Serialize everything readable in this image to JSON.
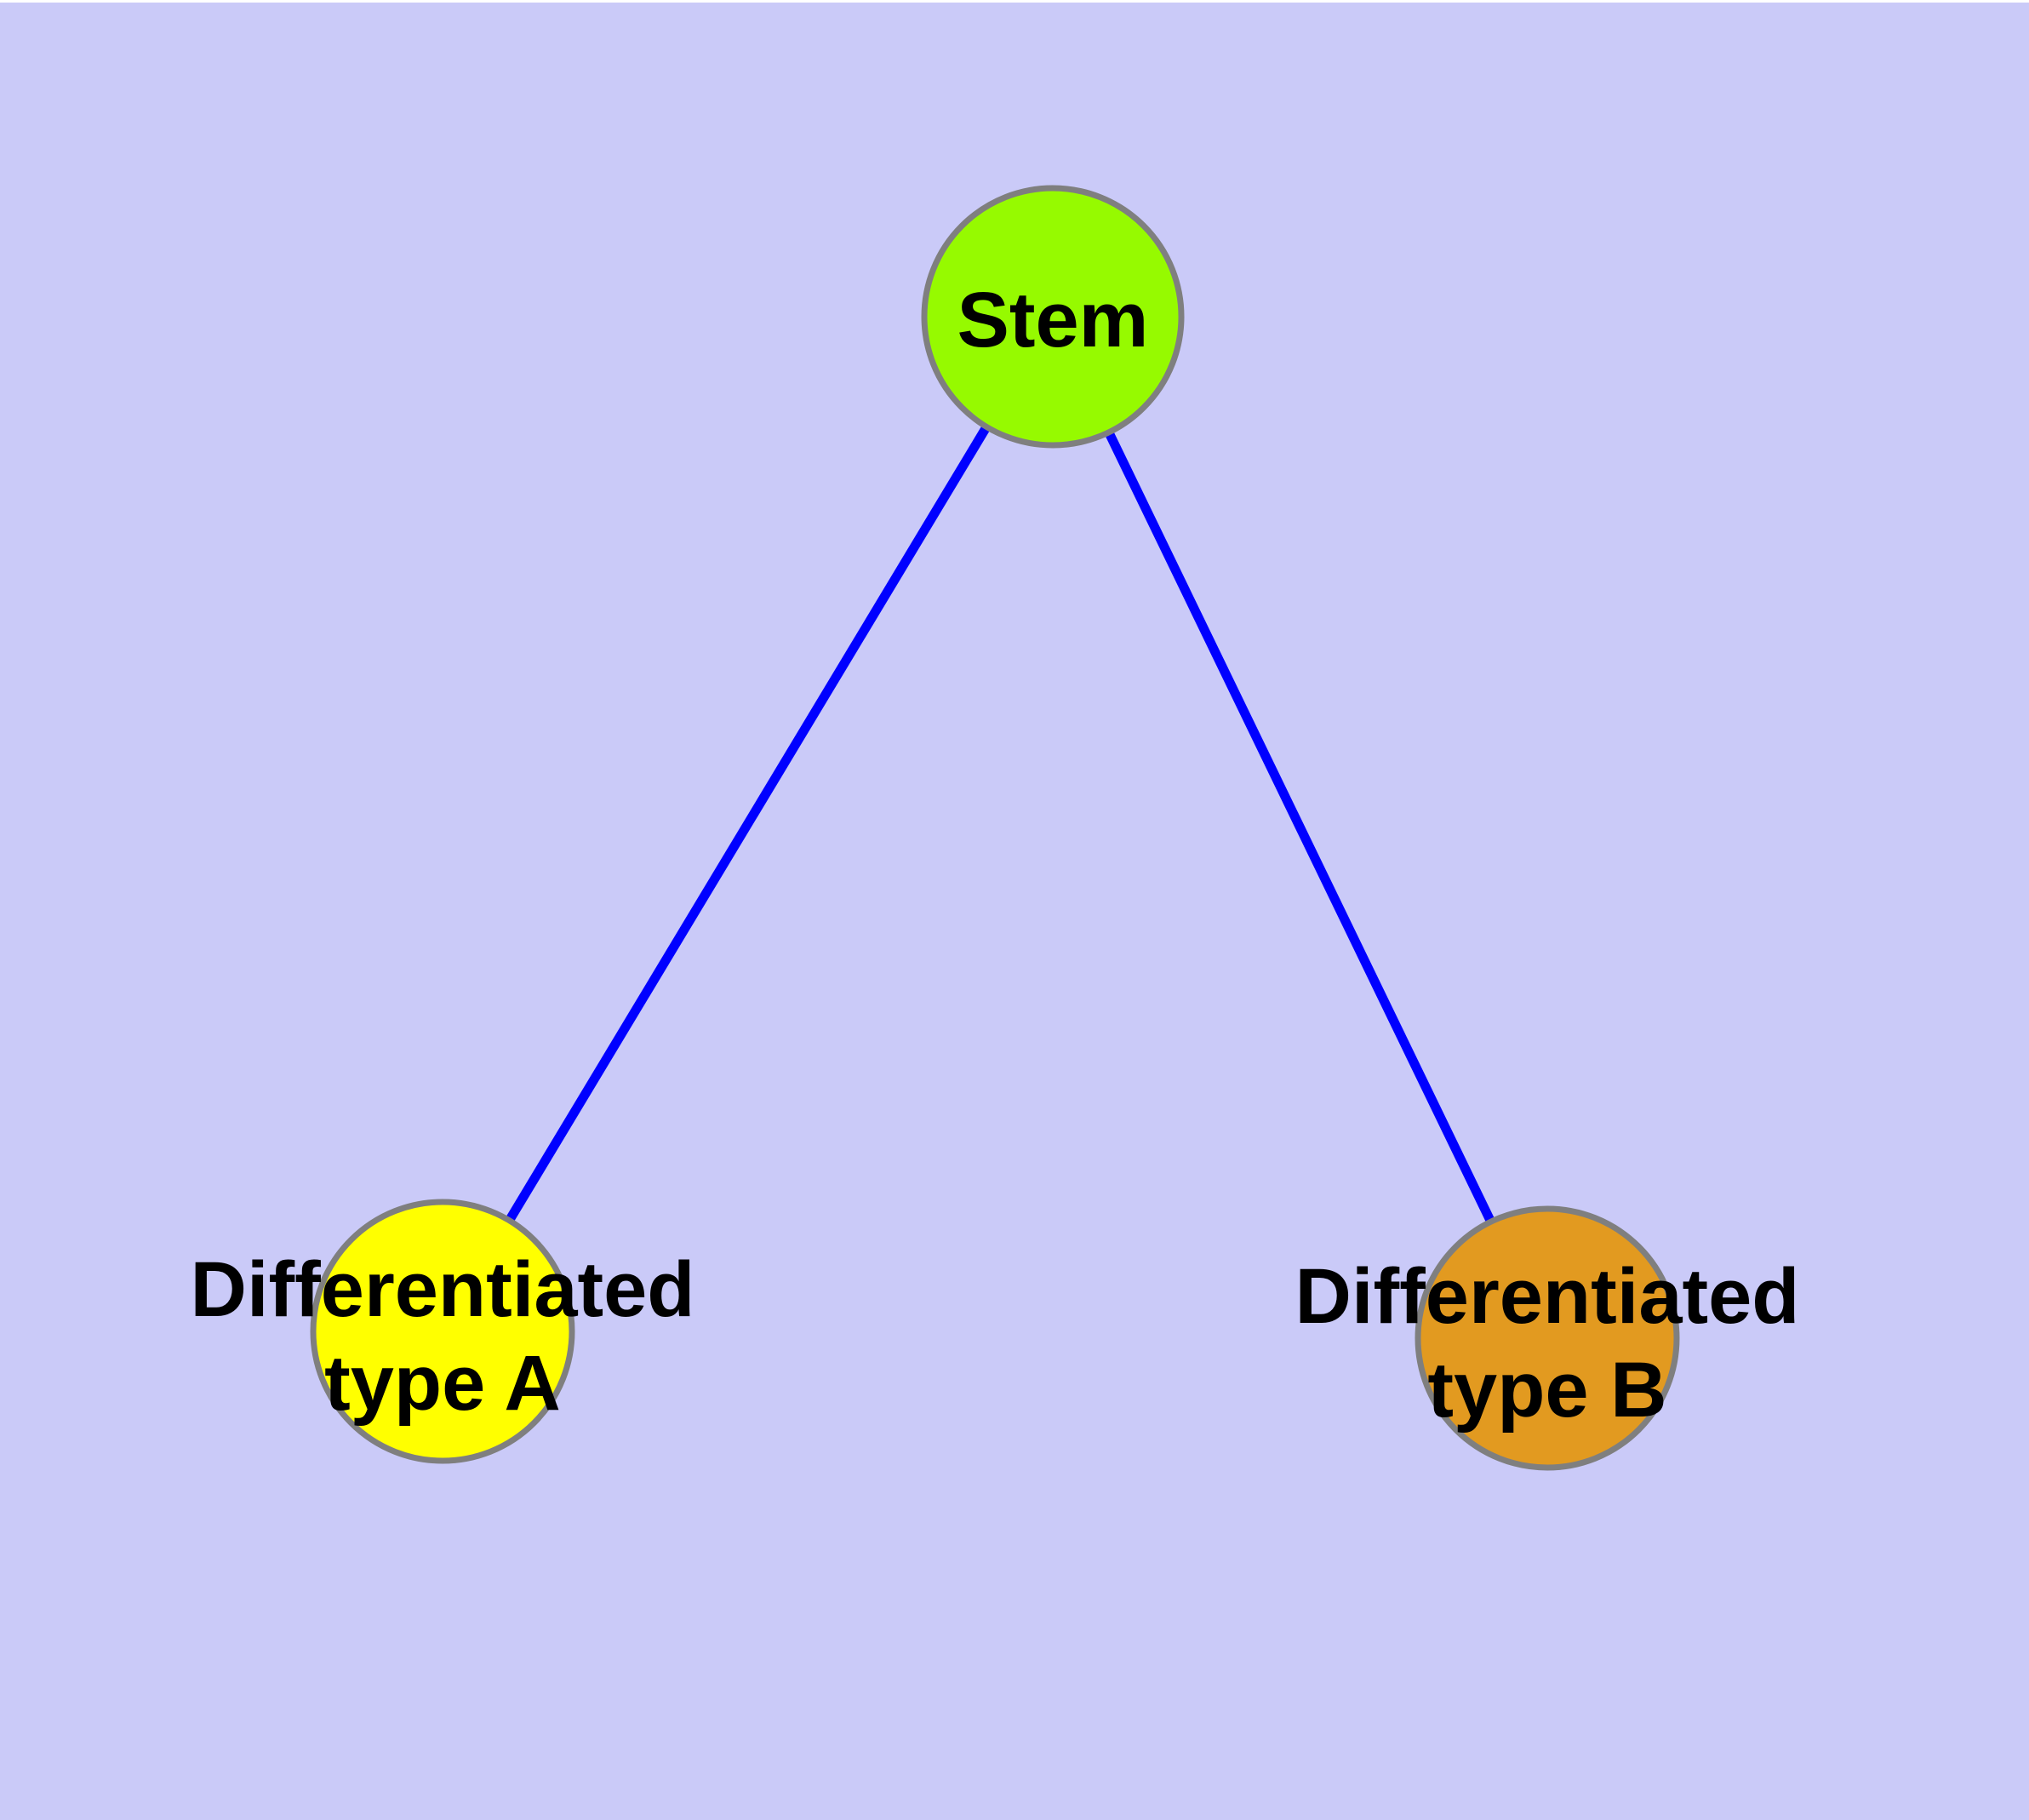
{
  "diagram": {
    "background_color": "#CACAF8",
    "top_strip_color": "#FFFFFF",
    "edge_color": "#0000FF",
    "node_border_color": "#7F7F7F",
    "label_color": "#000000",
    "nodes": {
      "stem": {
        "label": "Stem",
        "fill": "#96FA00"
      },
      "type_a": {
        "label_line1": "Differentiated",
        "label_line2": "type A",
        "fill": "#FFFF00"
      },
      "type_b": {
        "label_line1": "Differentiated",
        "label_line2": "type B",
        "fill": "#E29A20"
      }
    },
    "edges": [
      {
        "from": "Stem",
        "to": "Differentiated type A"
      },
      {
        "from": "Stem",
        "to": "Differentiated type B"
      }
    ]
  }
}
